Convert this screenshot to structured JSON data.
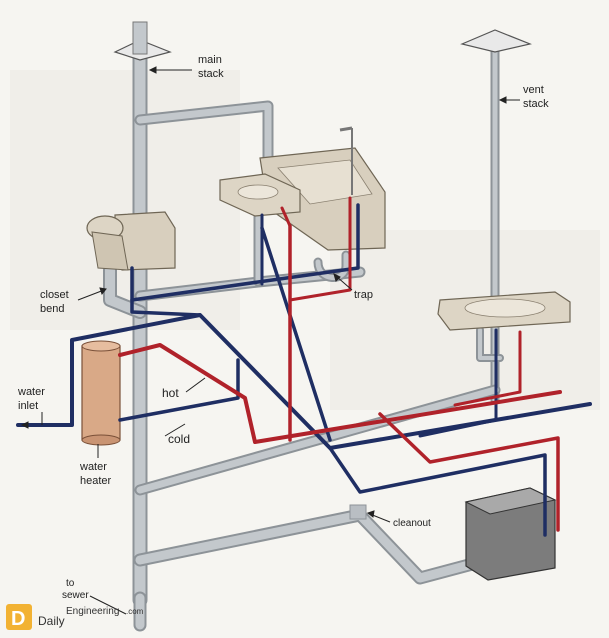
{
  "labels": {
    "main_stack_1": "main",
    "main_stack_2": "stack",
    "vent_stack_1": "vent",
    "vent_stack_2": "stack",
    "closet_bend_1": "closet",
    "closet_bend_2": "bend",
    "trap": "trap",
    "water_inlet_1": "water",
    "water_inlet_2": "inlet",
    "hot": "hot",
    "cold": "cold",
    "water_heater_1": "water",
    "water_heater_2": "heater",
    "cleanout": "cleanout",
    "to_sewer_1": "to",
    "to_sewer_2": "sewer"
  },
  "watermark": {
    "brand": "Daily",
    "brand2": "Engineering",
    "domain": ".com"
  },
  "colors": {
    "drain": "#b9bec3",
    "drain_edge": "#8d9398",
    "hot": "#b0222a",
    "cold": "#1f2e63",
    "fixture": "#d8cfbe",
    "heater": "#d9a987"
  }
}
